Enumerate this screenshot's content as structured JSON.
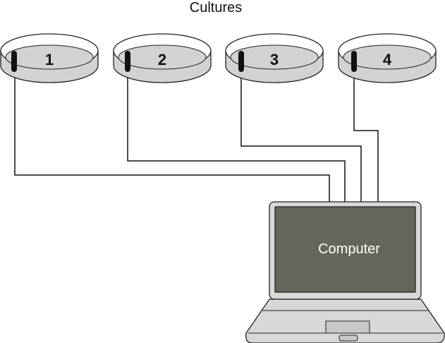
{
  "title": "Cultures",
  "dishes": [
    {
      "label": "1"
    },
    {
      "label": "2"
    },
    {
      "label": "3"
    },
    {
      "label": "4"
    }
  ],
  "computer": {
    "label": "Computer"
  },
  "colors": {
    "dish_fill": "#d2d2d2",
    "probe": "#111111",
    "screen": "#66655b",
    "laptop_body": "#d8d8d8",
    "stroke": "#222222"
  }
}
